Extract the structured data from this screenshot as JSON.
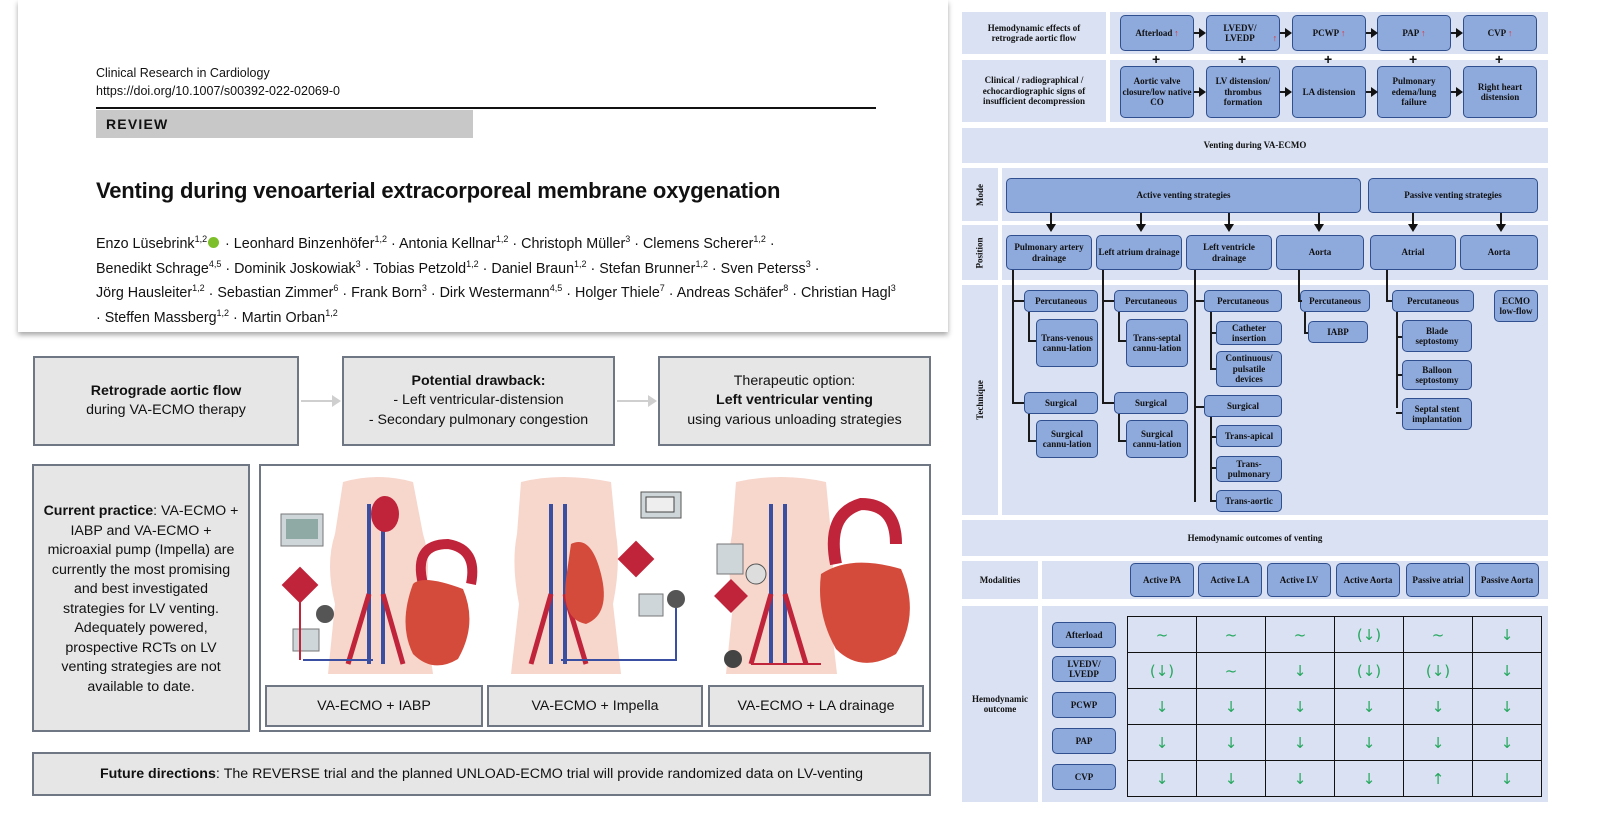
{
  "article": {
    "journal": "Clinical Research in Cardiology",
    "doi": "https://doi.org/10.1007/s00392-022-02069-0",
    "section": "REVIEW",
    "title": "Venting during venoarterial extracorporeal membrane oxygenation",
    "authors": [
      {
        "name": "Enzo Lüsebrink",
        "sup": "1,2",
        "orcid": true
      },
      {
        "name": "Leonhard Binzenhöfer",
        "sup": "1,2"
      },
      {
        "name": "Antonia Kellnar",
        "sup": "1,2"
      },
      {
        "name": "Christoph Müller",
        "sup": "3"
      },
      {
        "name": "Clemens Scherer",
        "sup": "1,2"
      },
      {
        "name": "Benedikt Schrage",
        "sup": "4,5"
      },
      {
        "name": "Dominik Joskowiak",
        "sup": "3"
      },
      {
        "name": "Tobias Petzold",
        "sup": "1,2"
      },
      {
        "name": "Daniel Braun",
        "sup": "1,2"
      },
      {
        "name": "Stefan Brunner",
        "sup": "1,2"
      },
      {
        "name": "Sven Peterss",
        "sup": "3"
      },
      {
        "name": "Jörg Hausleiter",
        "sup": "1,2"
      },
      {
        "name": "Sebastian Zimmer",
        "sup": "6"
      },
      {
        "name": "Frank Born",
        "sup": "3"
      },
      {
        "name": "Dirk Westermann",
        "sup": "4,5"
      },
      {
        "name": "Holger Thiele",
        "sup": "7"
      },
      {
        "name": "Andreas Schäfer",
        "sup": "8"
      },
      {
        "name": "Christian Hagl",
        "sup": "3"
      },
      {
        "name": "Steffen Massberg",
        "sup": "1,2"
      },
      {
        "name": "Martin Orban",
        "sup": "1,2"
      }
    ]
  },
  "abstract": {
    "flow": [
      {
        "bold": "Retrograde aortic flow",
        "lines": [
          "during VA-ECMO therapy"
        ]
      },
      {
        "bold": "Potential drawback:",
        "lines": [
          "- Left ventricular-distension",
          "- Secondary pulmonary congestion"
        ]
      },
      {
        "pre": "Therapeutic option:",
        "bold": "Left ventricular venting",
        "lines": [
          "using various unloading strategies"
        ]
      }
    ],
    "current_label": "Current practice",
    "current_text": "VA-ECMO + IABP and VA-ECMO + microaxial pump (Impella) are currently the most promising and best investigated strategies for LV venting. Adequately powered, prospective RCTs on LV venting strategies are not available to date.",
    "captions": [
      "VA-ECMO + IABP",
      "VA-ECMO + Impella",
      "VA-ECMO + LA drainage"
    ],
    "future_label": "Future directions",
    "future_text": "The REVERSE trial and the planned UNLOAD-ECMO trial will provide randomized data on LV-venting"
  },
  "figure": {
    "effects_label": "Hemodynamic effects of retrograde aortic flow",
    "effects": [
      "Afterload",
      "LVEDV/ LVEDP",
      "PCWP",
      "PAP",
      "CVP"
    ],
    "signs_label": "Clinical / radiographical / echocardiographic signs of insufficient decompression",
    "signs": [
      "Aortic valve closure/low native CO",
      "LV distension/ thrombus formation",
      "LA distension",
      "Pulmonary edema/lung failure",
      "Right heart distension"
    ],
    "venting_title": "Venting during VA-ECMO",
    "mode_label": "Mode",
    "modes": [
      "Active venting strategies",
      "Passive venting strategies"
    ],
    "position_label": "Position",
    "positions": [
      "Pulmonary artery drainage",
      "Left atrium drainage",
      "Left ventricle drainage",
      "Aorta",
      "Atrial",
      "Aorta"
    ],
    "technique_label": "Technique",
    "techniques": {
      "pa": [
        "Percutaneous",
        "Trans-venous cannu-lation",
        "Surgical",
        "Surgical cannu-lation"
      ],
      "la": [
        "Percutaneous",
        "Trans-septal cannu-lation",
        "Surgical",
        "Surgical cannu-lation"
      ],
      "lv": [
        "Percutaneous",
        "Catheter insertion",
        "Continuous/ pulsatile devices",
        "Surgical",
        "Trans-apical",
        "Trans-pulmonary",
        "Trans-aortic"
      ],
      "ao": [
        "Percutaneous",
        "IABP"
      ],
      "atrial": [
        "Percutaneous",
        "Blade septostomy",
        "Balloon septostomy",
        "Septal stent implantation"
      ],
      "paao": [
        "ECMO low-flow"
      ]
    },
    "outcomes_title": "Hemodynamic outcomes of venting",
    "modalities_label": "Modalities",
    "modalities": [
      "Active PA",
      "Active LA",
      "Active LV",
      "Active Aorta",
      "Passive atrial",
      "Passive Aorta"
    ],
    "outcome_label": "Hemodynamic outcome",
    "rows": [
      {
        "name": "Afterload",
        "vals": [
          "~",
          "~",
          "~",
          "(↓)",
          "~",
          "↓"
        ]
      },
      {
        "name": "LVEDV/ LVEDP",
        "vals": [
          "(↓)",
          "~",
          "↓",
          "(↓)",
          "(↓)",
          "↓"
        ]
      },
      {
        "name": "PCWP",
        "vals": [
          "↓",
          "↓",
          "↓",
          "↓",
          "↓",
          "↓"
        ]
      },
      {
        "name": "PAP",
        "vals": [
          "↓",
          "↓",
          "↓",
          "↓",
          "↓",
          "↓"
        ]
      },
      {
        "name": "CVP",
        "vals": [
          "↓",
          "↓",
          "↓",
          "↓",
          "↑",
          "↓"
        ]
      }
    ],
    "colors": {
      "box_fill": "#8ea9db",
      "box_border": "#2f4f8f",
      "band": "#d9e1f2",
      "arrow_up": "#e03030",
      "table_arrow": "#27a85f"
    }
  }
}
